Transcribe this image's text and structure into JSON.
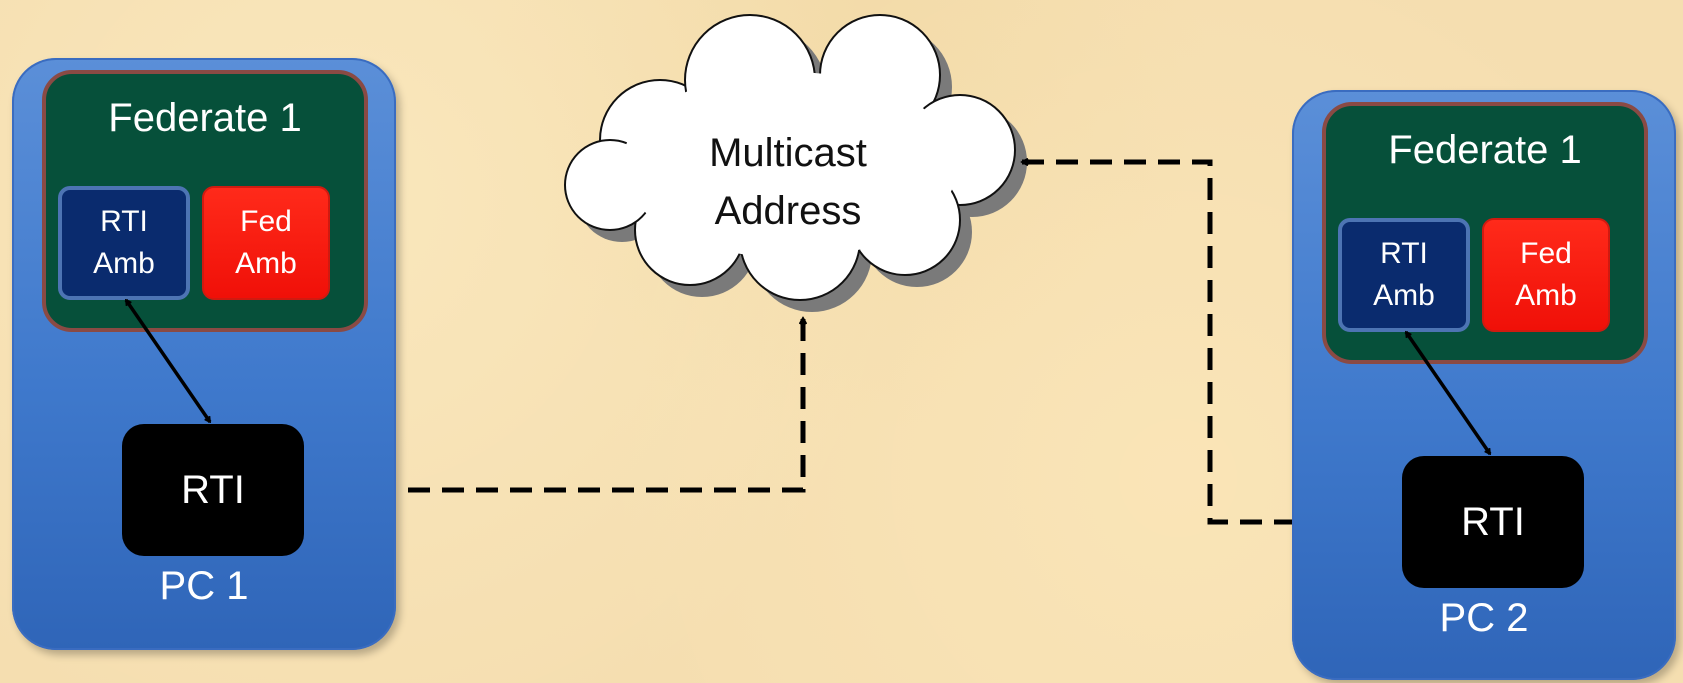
{
  "pc1": {
    "federate_title": "Federate 1",
    "rti_amb": "RTI\nAmb",
    "fed_amb": "Fed\nAmb",
    "rti": "RTI",
    "label": "PC 1"
  },
  "pc2": {
    "federate_title": "Federate 1",
    "rti_amb": "RTI\nAmb",
    "fed_amb": "Fed\nAmb",
    "rti": "RTI",
    "label": "PC 2"
  },
  "cloud": {
    "line1": "Multicast",
    "line2": "Address"
  },
  "colors": {
    "background": "#f5deb0",
    "pc_box": "#3f79cc",
    "federate": "#06503a",
    "rti_amb": "#0a2b6e",
    "fed_amb": "#f01008",
    "rti": "#000000"
  }
}
